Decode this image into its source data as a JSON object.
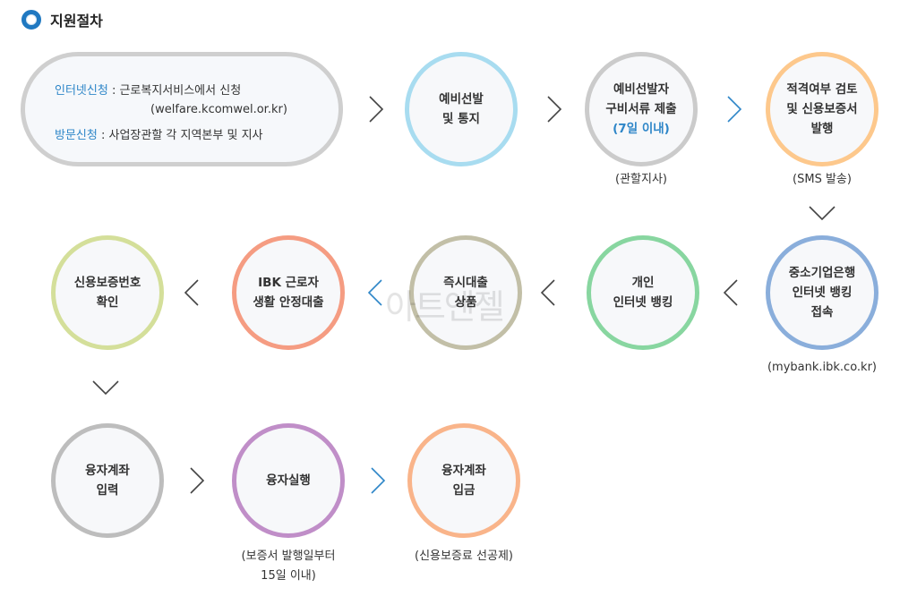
{
  "title": "지원절차",
  "apply": {
    "internet_label": "인터넷신청",
    "internet_text": " : 근로복지서비스에서 신청",
    "internet_url": "(welfare.kcomwel.or.kr)",
    "visit_label": "방문신청",
    "visit_text": " : 사업장관할 각 지역본부 및 지사"
  },
  "steps": [
    {
      "lines": [
        "예비선발",
        "및 통지"
      ],
      "color": "#a8dcf0"
    },
    {
      "lines": [
        "예비선발자",
        "구비서류 제출",
        "(7일 이내)"
      ],
      "color": "#cbcbcb",
      "note": "(관할지사)"
    },
    {
      "lines": [
        "적격여부 검토",
        "및 신용보증서",
        "발행"
      ],
      "color": "#fdc88c",
      "note": "(SMS 발송)"
    },
    {
      "lines": [
        "중소기업은행",
        "인터넷 뱅킹",
        "접속"
      ],
      "color": "#8aaedb",
      "note": "(mybank.ibk.co.kr)"
    },
    {
      "lines": [
        "개인",
        "인터넷 뱅킹"
      ],
      "color": "#88d6a0"
    },
    {
      "lines": [
        "즉시대출",
        "상품"
      ],
      "color": "#c2bfa7"
    },
    {
      "lines": [
        "IBK 근로자",
        "생활 안정대출"
      ],
      "color": "#f59c82"
    },
    {
      "lines": [
        "신용보증번호",
        "확인"
      ],
      "color": "#d4df9a"
    },
    {
      "lines": [
        "융자계좌",
        "입력"
      ],
      "color": "#bdbdbd"
    },
    {
      "lines": [
        "융자실행"
      ],
      "color": "#c08ec8",
      "note1": "(보증서 발행일부터",
      "note2": "15일 이내)"
    },
    {
      "lines": [
        "융자계좌",
        "입금"
      ],
      "color": "#f9b48a",
      "note": "(신용보증료 선공제)"
    }
  ],
  "watermark": "아트엔젤",
  "colors": {
    "arrow": "#444444",
    "arrow_accent": "#2e86c8",
    "highlight": "#2e86c8"
  }
}
